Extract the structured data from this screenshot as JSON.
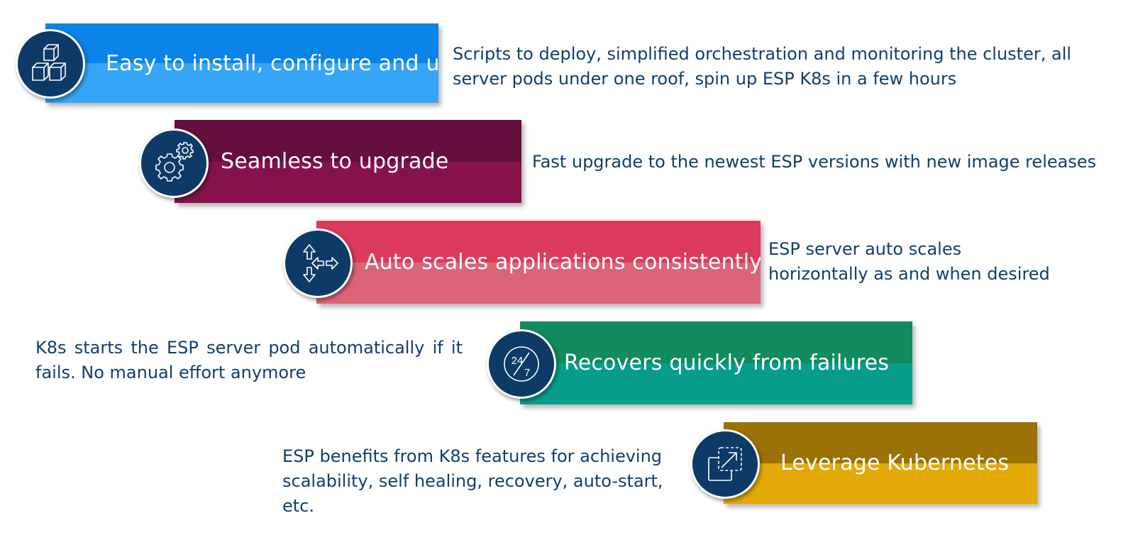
{
  "features": [
    {
      "title": "Easy to install, configure and use",
      "description": "Scripts to deploy, simplified orchestration and monitoring the cluster, all server pods under one roof, spin up ESP K8s in a few hours",
      "icon": "cubes-icon",
      "colors": {
        "top": "#0a84e8",
        "bottom": "#37a5f6"
      }
    },
    {
      "title": "Seamless to upgrade",
      "description": "Fast upgrade to the newest ESP versions with new image releases",
      "icon": "gears-icon",
      "colors": {
        "top": "#640f3d",
        "bottom": "#86124c"
      }
    },
    {
      "title": "Auto scales applications consistently",
      "description": "ESP server auto scales horizontally as and when desired",
      "icon": "scale-arrows-icon",
      "colors": {
        "top": "#dc3b5b",
        "bottom": "#db6478"
      }
    },
    {
      "title": "Recovers quickly from failures",
      "description": "K8s starts the ESP server pod automatically if it fails. No manual effort anymore",
      "icon": "clock-24-7-icon",
      "colors": {
        "top": "#128b5f",
        "bottom": "#069e8b"
      }
    },
    {
      "title": "Leverage Kubernetes",
      "description": "ESP benefits from K8s features for achieving scalability, self healing, recovery, auto-start, etc.",
      "icon": "expand-window-icon",
      "colors": {
        "top": "#9a7205",
        "bottom": "#e3a907"
      }
    }
  ],
  "icon_text": {
    "clock_top": "24",
    "clock_bottom": "7"
  }
}
